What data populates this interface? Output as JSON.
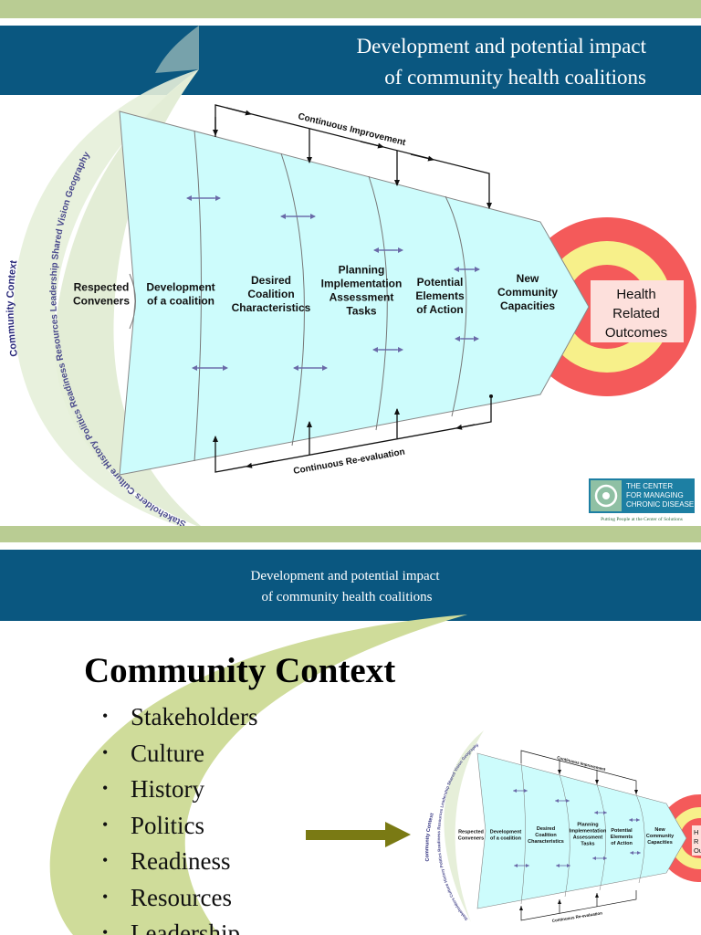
{
  "slide1": {
    "title_line1": "Development and potential impact",
    "title_line2": "of community health coalitions",
    "context_label": "Community Context",
    "context_factors": [
      "Stakeholders",
      "Culture",
      "History",
      "Politics",
      "Readiness",
      "Resources",
      "Leadership",
      "Shared Vision",
      "Geography"
    ],
    "stages": [
      {
        "lines": [
          "Respected",
          "Conveners"
        ]
      },
      {
        "lines": [
          "Development",
          "of a coalition"
        ]
      },
      {
        "lines": [
          "Desired",
          "Coalition",
          "Characteristics"
        ]
      },
      {
        "lines": [
          "Planning",
          "Implementation",
          "Assessment",
          "Tasks"
        ]
      },
      {
        "lines": [
          "Potential",
          "Elements",
          "of Action"
        ]
      },
      {
        "lines": [
          "New",
          "Community",
          "Capacities"
        ]
      }
    ],
    "top_loop_label": "Continuous Improvement",
    "bottom_loop_label": "Continuous Re-evaluation",
    "target_lines": [
      "Health",
      "Related",
      "Outcomes"
    ],
    "logo": {
      "line1": "THE CENTER",
      "line2": "FOR MANAGING",
      "line3": "CHRONIC DISEASE",
      "tagline": "Putting People at the Center of Solutions"
    }
  },
  "slide2": {
    "title_line1": "Development and potential impact",
    "title_line2": "of community health coalitions",
    "heading": "Community Context",
    "bullets": [
      "Stakeholders",
      "Culture",
      "History",
      "Politics",
      "Readiness",
      "Resources",
      "Leadership"
    ],
    "thumb_context_label": "Community Context",
    "thumb_top_label": "Continuous Improvement",
    "thumb_bottom_label": "Continuous Re-evaluation",
    "thumb_target_lines": [
      "H",
      "R",
      "Ou"
    ]
  },
  "colors": {
    "band_green": "#b9cc93",
    "title_blue": "#0a5780",
    "funnel_fill": "#cdfcfc",
    "crescent_pale": "#e6efd9",
    "crescent_bright": "#cfdc9a",
    "ring_red": "#f45a5a",
    "ring_yellow": "#f7f08a",
    "target_center": "#fde0dc",
    "arrow_olive": "#7a7a14"
  }
}
